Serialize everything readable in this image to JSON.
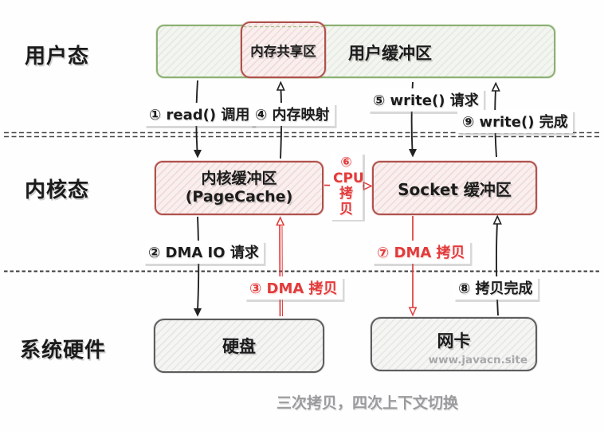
{
  "layers": {
    "user": "用户态",
    "kernel": "内核态",
    "hardware": "系统硬件"
  },
  "boxes": {
    "user_buffer": "用户缓冲区",
    "shared_memory": "内存共享区",
    "kernel_buffer": "内核缓冲区",
    "kernel_buffer_sub": "(PageCache)",
    "socket_buffer": "Socket 缓冲区",
    "disk": "硬盘",
    "nic": "网卡"
  },
  "steps": {
    "s1": "① read() 调用",
    "s2": "② DMA IO 请求",
    "s3": "③ DMA 拷贝",
    "s4": "④ 内存映射",
    "s5": "⑤ write() 请求",
    "s6": "⑥\nCPU\n拷\n贝",
    "s7": "⑦ DMA 拷贝",
    "s8": "⑧ 拷贝完成",
    "s9": "⑨ write() 完成"
  },
  "caption": "三次拷贝，四次上下文切换",
  "watermark": "www.javacn.site",
  "colors": {
    "green_border": "#8cb173",
    "red_border": "#b0514c",
    "gray_border": "#5e5e5e",
    "red_accent": "#e23b3b",
    "text": "#1c1c1c",
    "caption_gray": "#9b9b9e"
  }
}
